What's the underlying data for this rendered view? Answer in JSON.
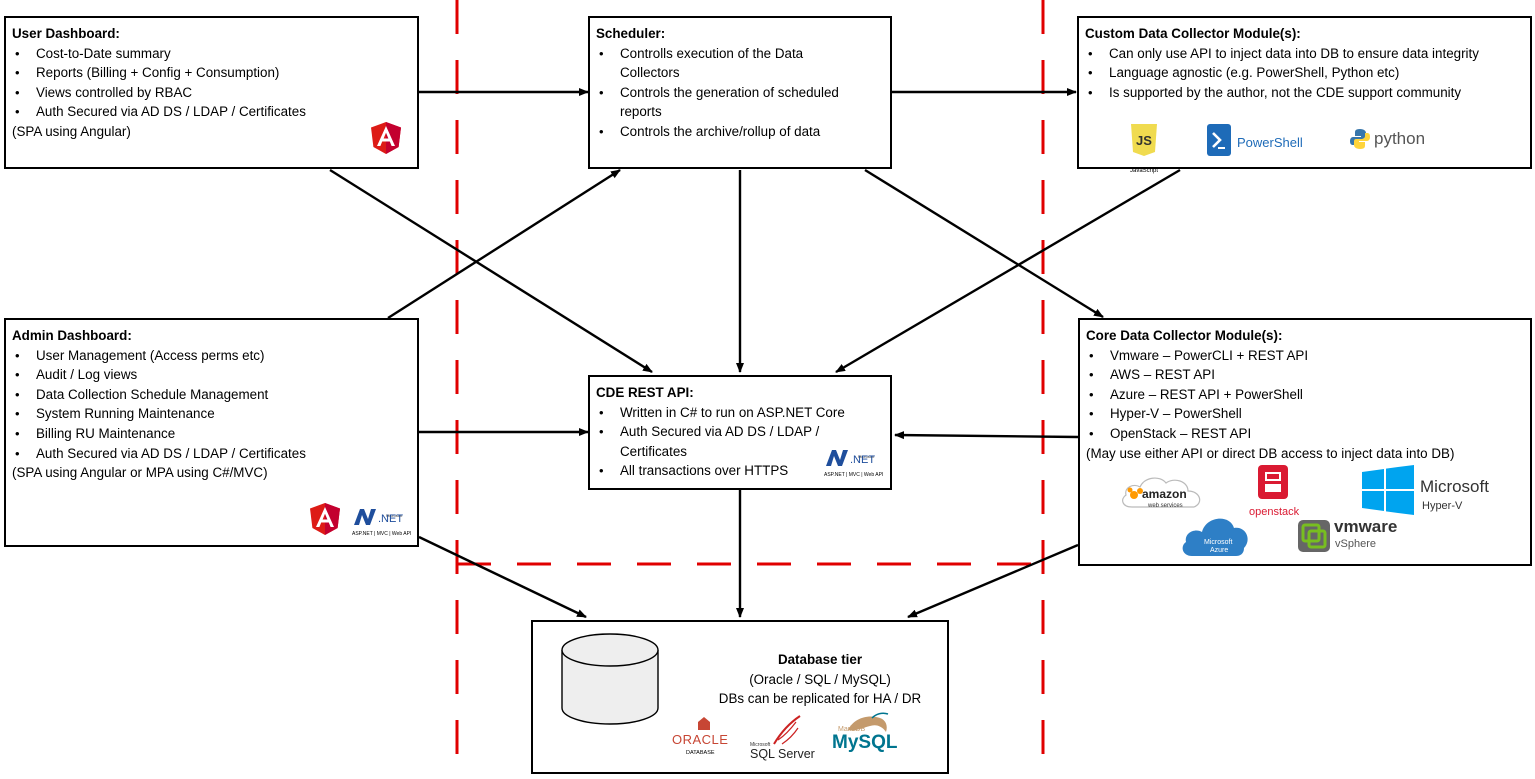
{
  "user_dashboard": {
    "title": "User Dashboard:",
    "items": [
      "Cost-to-Date summary",
      "Reports (Billing + Config + Consumption)",
      "Views controlled by RBAC",
      "Auth Secured via AD DS / LDAP / Certificates"
    ],
    "note": "(SPA using Angular)"
  },
  "scheduler": {
    "title": "Scheduler:",
    "items": [
      "Controlls execution of the Data Collectors",
      "Controls the generation of scheduled reports",
      "Controls the archive/rollup of data"
    ]
  },
  "custom_collector": {
    "title": "Custom Data Collector Module(s):",
    "items": [
      "Can only use API to inject data into DB to ensure data integrity",
      "Language agnostic (e.g. PowerShell, Python etc)",
      "Is supported by the author, not the CDE support community"
    ],
    "logos": {
      "js_text": "JS",
      "js_caption": "JavaScript",
      "powershell": "PowerShell",
      "python": "python"
    }
  },
  "admin_dashboard": {
    "title": "Admin Dashboard:",
    "items": [
      "User Management (Access perms etc)",
      "Audit / Log views",
      "Data Collection Schedule Management",
      "System Running Maintenance",
      "Billing RU Maintenance",
      "Auth Secured via AD DS / LDAP / Certificates"
    ],
    "note": "(SPA using Angular or MPA using C#/MVC)"
  },
  "rest_api": {
    "title": "CDE REST API:",
    "items": [
      "Written in C# to run on ASP.NET Core",
      "Auth Secured via AD DS / LDAP / Certificates",
      "All transactions over HTTPS"
    ]
  },
  "core_collector": {
    "title": "Core Data Collector Module(s):",
    "items": [
      "Vmware – PowerCLI + REST API",
      "AWS – REST API",
      "Azure – REST API + PowerShell",
      "Hyper-V – PowerShell",
      "OpenStack – REST API"
    ],
    "note": "(May use either API or direct DB access to inject data into DB)",
    "logos": {
      "amazon": "amazon",
      "amazon_sub": "web services",
      "openstack": "openstack",
      "ms_hyperv_1": "Microsoft",
      "ms_hyperv_2": "Hyper-V",
      "azure_1": "Microsoft",
      "azure_2": "Azure",
      "vmware": "vmware",
      "vsphere": "vSphere"
    }
  },
  "database": {
    "title": "Database tier",
    "line1": "(Oracle / SQL / MySQL)",
    "line2": "DBs can be replicated for HA / DR",
    "logos": {
      "oracle": "ORACLE",
      "oracle_sub": "DATABASE",
      "sqlserver_ms": "Microsoft",
      "sqlserver": "SQL Server",
      "mariadb": "MariaDB",
      "mysql": "MySQL"
    }
  },
  "dotnet_logo": {
    "ms": "Microsoft",
    "net": ".NET",
    "sub": "ASP.NET | MVC | Web API"
  },
  "colors": {
    "divider": "#e00000",
    "angular_red": "#dd1b16",
    "angular_dark": "#c3002f",
    "dotnet_blue": "#1f4e9c",
    "powershell_blue": "#1e6bb8",
    "python_blue": "#3776ab",
    "python_yellow": "#ffd43b",
    "js_yellow": "#f0db4f",
    "windows_blue": "#00a4ef",
    "azure_blue": "#2e7fc6",
    "openstack_red": "#da1a32",
    "vmware_green": "#78be20",
    "oracle_red": "#c74634"
  }
}
